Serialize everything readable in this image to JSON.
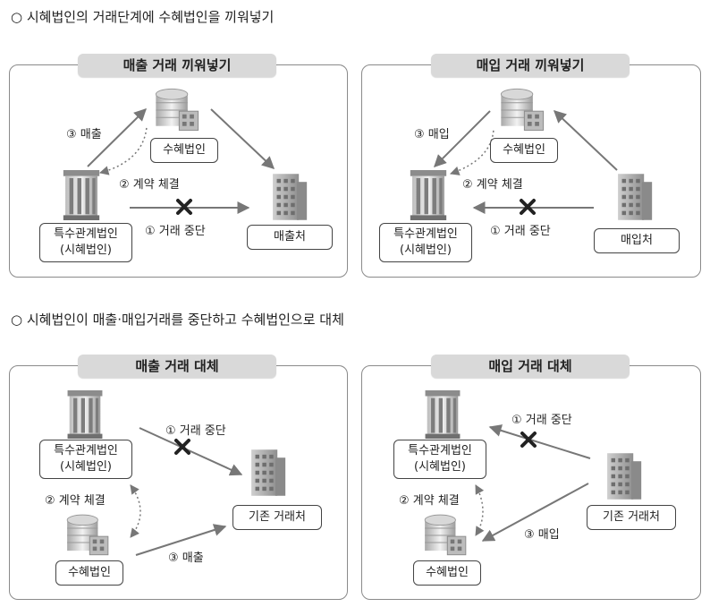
{
  "headings": {
    "top": "○ 시혜법인의 거래단계에 수혜법인을 끼워넣기",
    "bottom": "○ 시혜법인이 매출·매입거래를 중단하고 수혜법인으로 대체"
  },
  "panels": {
    "sales_insert": {
      "title": "매출 거래 끼워넣기",
      "beneficiary": "수혜법인",
      "related_line1": "특수관계법인",
      "related_line2": "(시혜법인)",
      "customer": "매출처",
      "step1": "① 거래 중단",
      "step2": "② 계약 체결",
      "step3": "③ 매출"
    },
    "purchase_insert": {
      "title": "매입 거래 끼워넣기",
      "beneficiary": "수혜법인",
      "related_line1": "특수관계법인",
      "related_line2": "(시혜법인)",
      "supplier": "매입처",
      "step1": "① 거래 중단",
      "step2": "② 계약 체결",
      "step3": "③ 매입"
    },
    "sales_replace": {
      "title": "매출 거래 대체",
      "related_line1": "특수관계법인",
      "related_line2": "(시혜법인)",
      "beneficiary": "수혜법인",
      "existing": "기존 거래처",
      "step1": "① 거래 중단",
      "step2": "② 계약 체결",
      "step3": "③ 매출"
    },
    "purchase_replace": {
      "title": "매입 거래 대체",
      "related_line1": "특수관계법인",
      "related_line2": "(시혜법인)",
      "beneficiary": "수혜법인",
      "existing": "기존 거래처",
      "step1": "① 거래 중단",
      "step2": "② 계약 체결",
      "step3": "③ 매입"
    }
  },
  "icons": [
    "pillar-building-icon",
    "round-building-icon",
    "office-building-icon",
    "cross-mark-icon"
  ],
  "colors": {
    "arrow": "#777777",
    "tab_bg": "#d9d9d9",
    "border": "#8a8a8a"
  }
}
